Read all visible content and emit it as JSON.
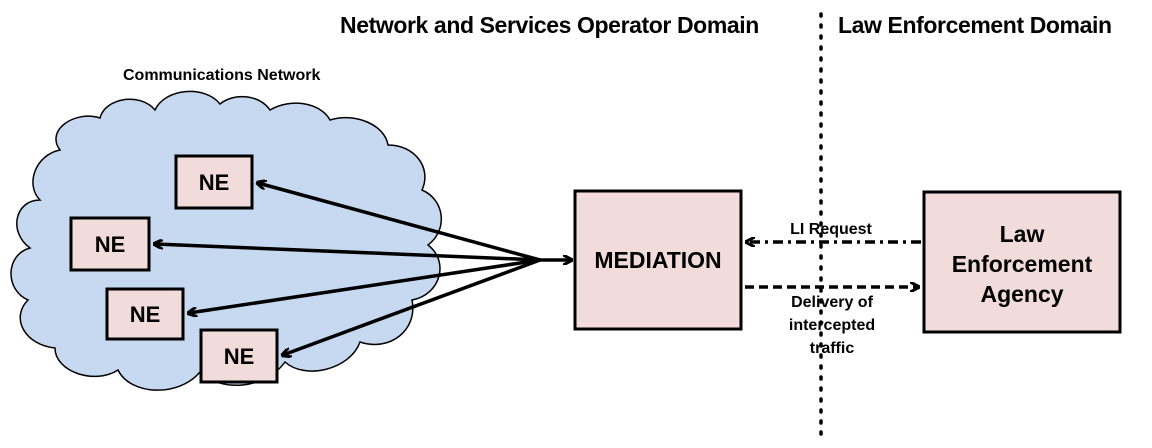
{
  "headers": {
    "operator_domain": "Network and Services Operator Domain",
    "law_domain": "Law Enforcement Domain"
  },
  "network": {
    "label": "Communications Network",
    "elements": [
      "NE",
      "NE",
      "NE",
      "NE"
    ]
  },
  "mediation": {
    "label": "MEDIATION"
  },
  "agency": {
    "lines": [
      "Law",
      "Enforcement",
      "Agency"
    ]
  },
  "flows": {
    "request": "LI Request",
    "delivery_lines": [
      "Delivery of",
      "intercepted",
      "traffic"
    ]
  },
  "colors": {
    "cloud_fill": "#c6d9f1",
    "box_fill": "#f2dcdb",
    "line": "#000000"
  }
}
